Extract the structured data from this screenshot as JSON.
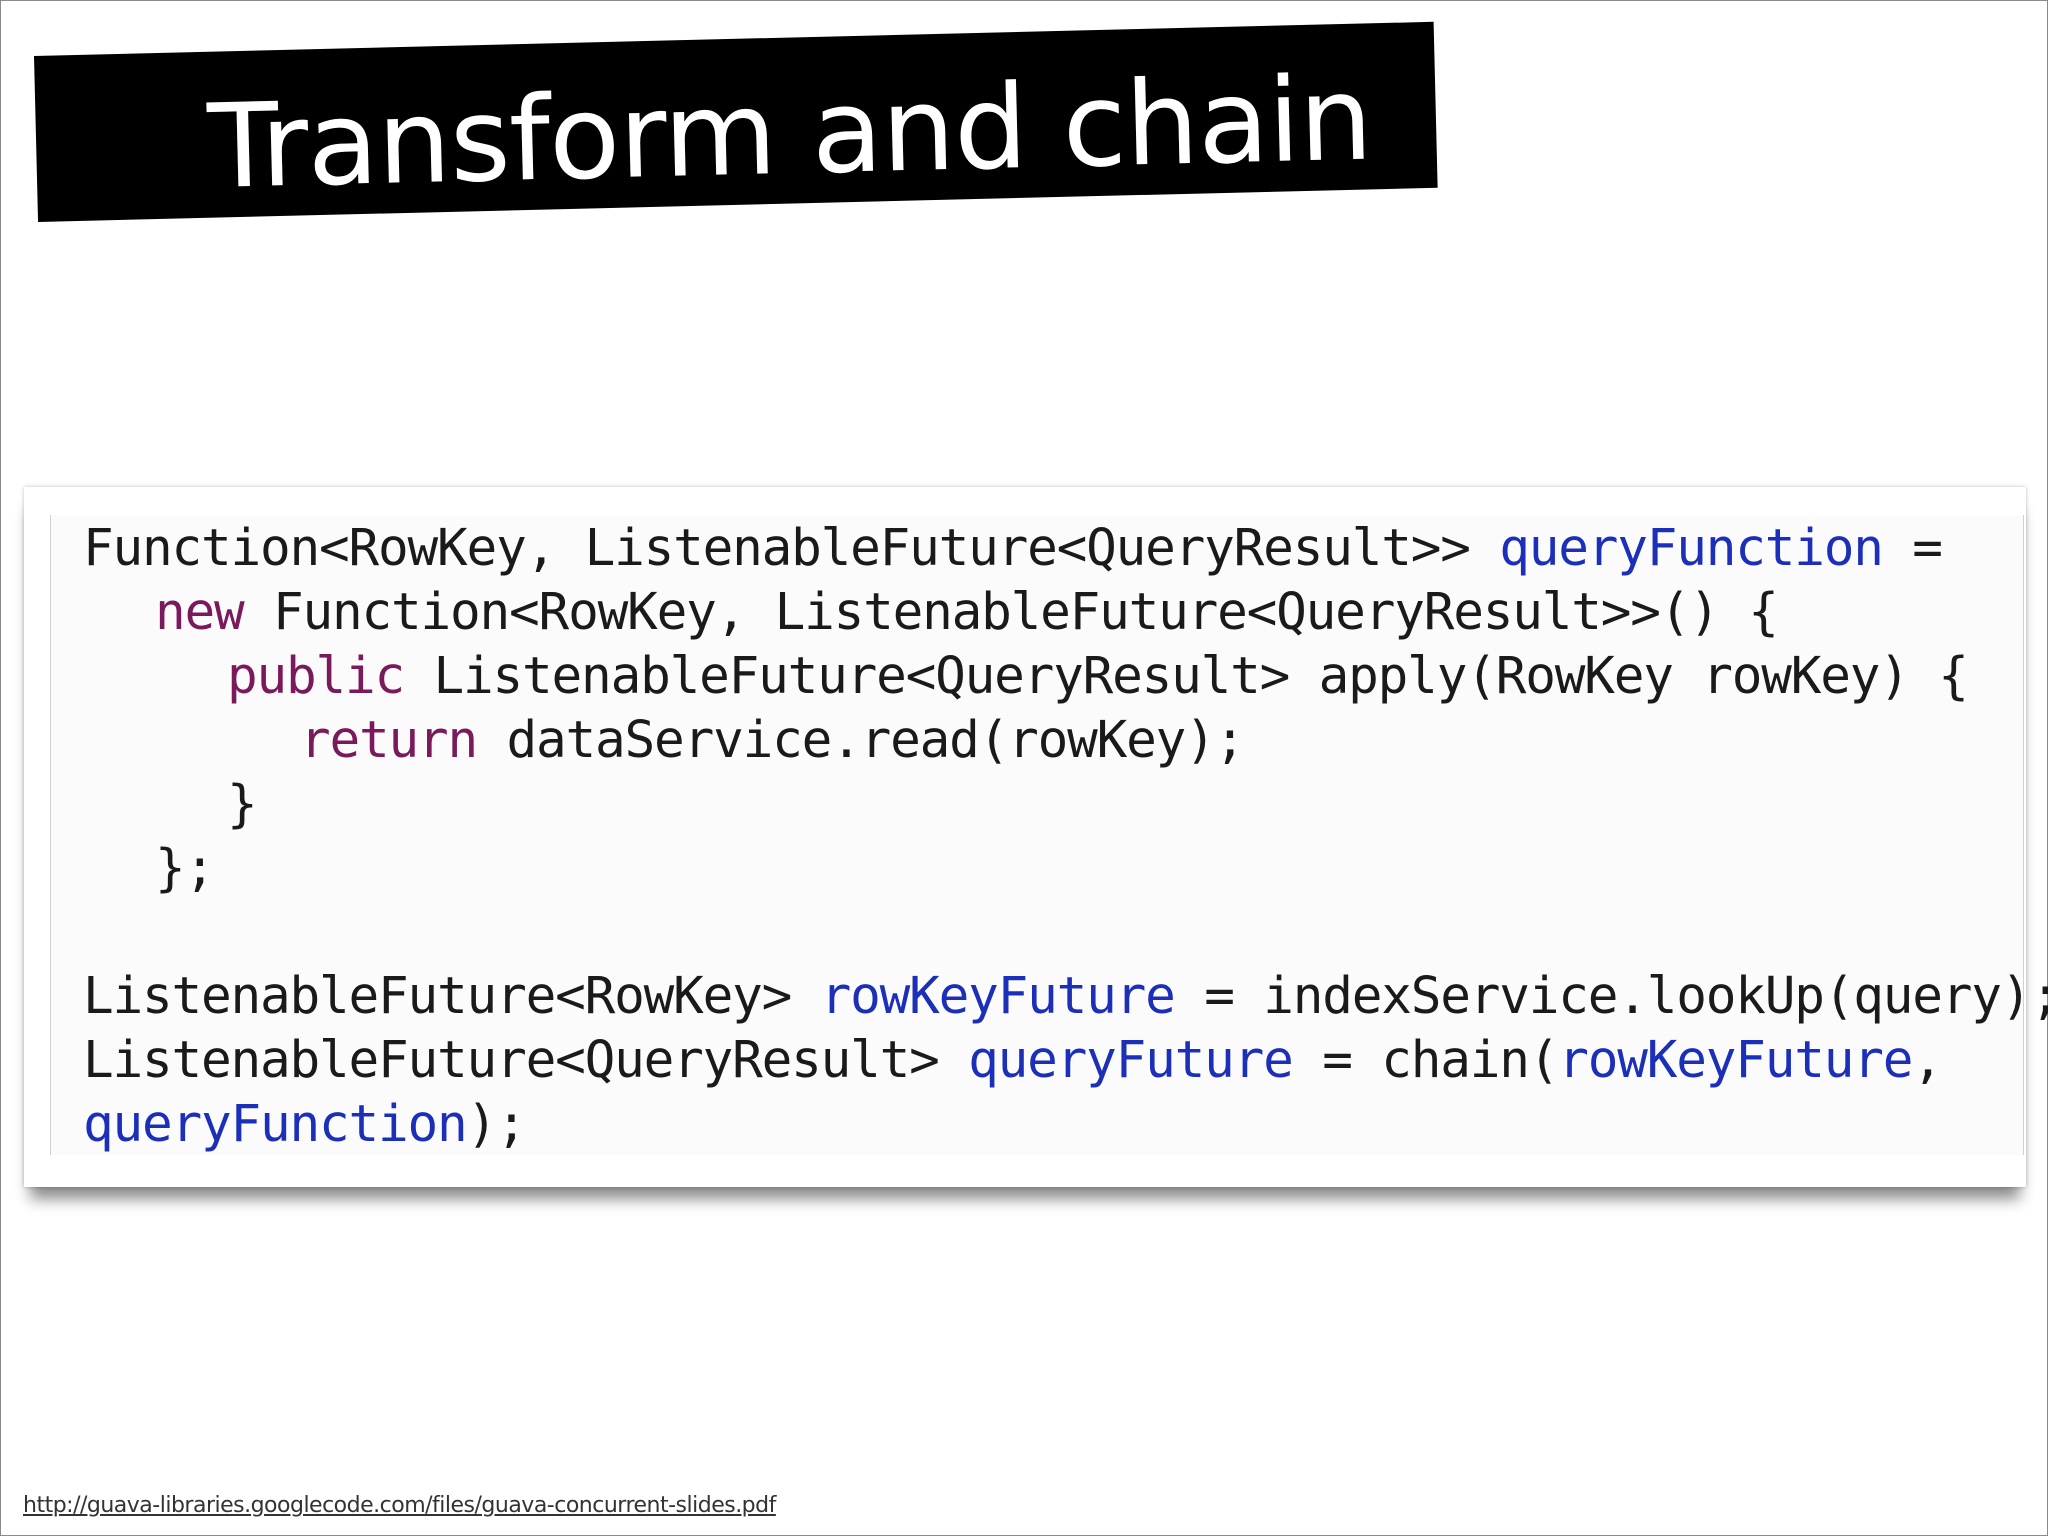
{
  "slide": {
    "title": "Transform and chain",
    "footer_url": "http://guava-libraries.googlecode.com/files/guava-concurrent-slides.pdf"
  },
  "code": {
    "line1": {
      "a": "Function<RowKey, ListenableFuture<QueryResult>> ",
      "b": "queryFunction",
      "c": " ="
    },
    "line2": {
      "kw": "new",
      "rest": " Function<RowKey, ListenableFuture<QueryResult>>() {"
    },
    "line3": {
      "kw": "public",
      "rest": " ListenableFuture<QueryResult> apply(RowKey rowKey) {"
    },
    "line4": {
      "kw": "return",
      "rest": " dataService.read(rowKey);"
    },
    "line5": "}",
    "line6": "};",
    "line7": {
      "a": "ListenableFuture<RowKey> ",
      "b": "rowKeyFuture",
      "c": " = indexService.lookUp(query);"
    },
    "line8": {
      "a": "ListenableFuture<QueryResult> ",
      "b": "queryFuture",
      "c": " = chain(",
      "d": "rowKeyFuture",
      "e": ","
    },
    "line9": {
      "a": "queryFunction",
      "b": ");"
    }
  },
  "colors": {
    "keyword": "#7a1a5c",
    "identifier": "#1b2fb8",
    "text": "#1a1a1a",
    "banner": "#000000"
  }
}
